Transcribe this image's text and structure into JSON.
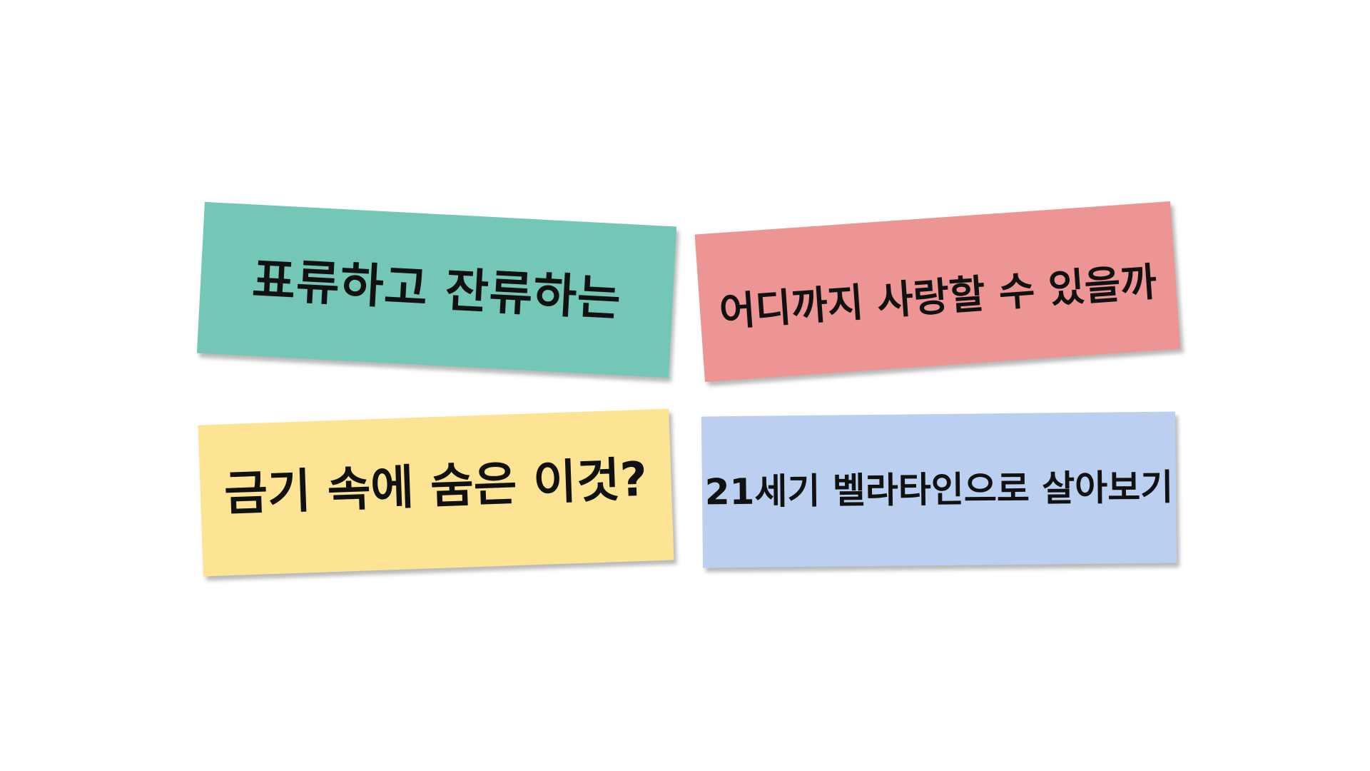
{
  "colors": {
    "teal": "#74c7b7",
    "pink": "#ed9594",
    "yellow": "#fde495",
    "blue": "#bbcff0",
    "background": "#ffffff"
  },
  "cards": {
    "top_left": "표류하고 잔류하는",
    "top_right": "어디까지 사랑할 수 있을까",
    "bottom_left": "금기 속에 숨은 이것?",
    "bottom_right": "21세기 벨라타인으로 살아보기"
  }
}
